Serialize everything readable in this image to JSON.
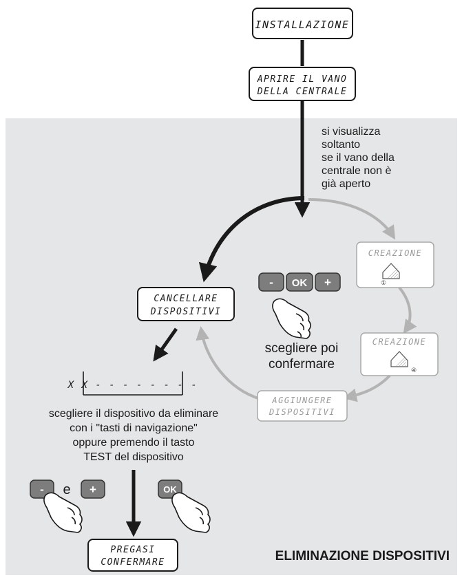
{
  "screens": {
    "installazione": "INSTALLAZIONE",
    "aprire_line1": "APRIRE IL VANO",
    "aprire_line2": "DELLA CENTRALE",
    "cancellare_line1": "CANCELLARE",
    "cancellare_line2": "DISPOSITIVI",
    "creazione_1": "CREAZIONE",
    "creazione_1_badge": "①",
    "creazione_4": "CREAZIONE",
    "creazione_4_badge": "④",
    "aggiungere_line1": "AGGIUNGERE",
    "aggiungere_line2": "DISPOSITIVI",
    "xx_display": "X X - - - - - - - -",
    "pregasi_line1": "PREGASI",
    "pregasi_line2": "CONFERMARE"
  },
  "notes": {
    "open_cover_l1": "si visualizza",
    "open_cover_l2": "soltanto",
    "open_cover_l3": "se il vano della",
    "open_cover_l4": "centrale non è",
    "open_cover_l5": "già aperto",
    "choose_confirm_l1": "scegliere poi",
    "choose_confirm_l2": "confermare",
    "select_device_l1": "scegliere il dispositivo da eliminare",
    "select_device_l2": "con i \"tasti di navigazione\"",
    "select_device_l3": "oppure premendo il tasto",
    "select_device_l4": "TEST del dispositivo"
  },
  "keys": {
    "minus": "-",
    "ok": "OK",
    "plus": "+",
    "and": "e"
  },
  "section_title": "ELIMINAZIONE DISPOSITIVI",
  "colors": {
    "panel_bg": "#e5e6e7",
    "arrow_dark": "#1a1a1a",
    "arrow_light": "#b3b3b3",
    "key_fill": "#7d7d7d",
    "inactive_text": "#9a9a9a"
  }
}
